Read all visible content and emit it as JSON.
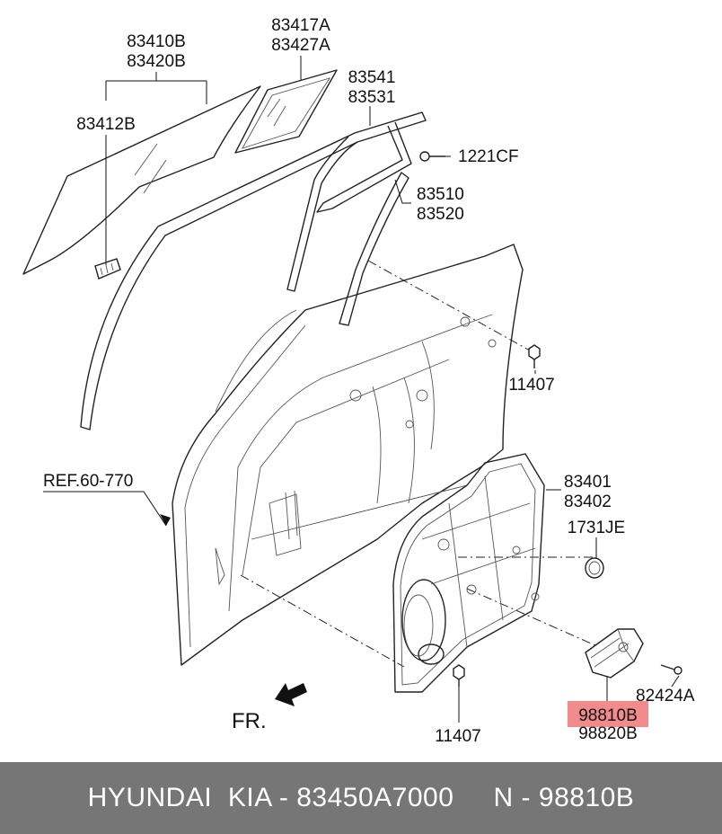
{
  "labels": {
    "glass": [
      "83410B",
      "83420B"
    ],
    "quarter_glass": [
      "83417A",
      "83427A"
    ],
    "channel": [
      "83541",
      "83531"
    ],
    "holder": "83412B",
    "screw": "1221CF",
    "rear_channel": [
      "83510",
      "83520"
    ],
    "bolt_top": "11407",
    "ref": "REF.60-770",
    "module": [
      "83401",
      "83402"
    ],
    "seal": "1731JE",
    "bolt_motor": "82424A",
    "motor": [
      "98810B",
      "98820B"
    ],
    "bolt_bottom": "11407",
    "front": "FR."
  },
  "colors": {
    "highlight": "#f28b8b",
    "footer_bg": "#767676"
  },
  "footer": {
    "text": "HYUNDAI  KIA - 83450A7000     N - 98810B"
  }
}
